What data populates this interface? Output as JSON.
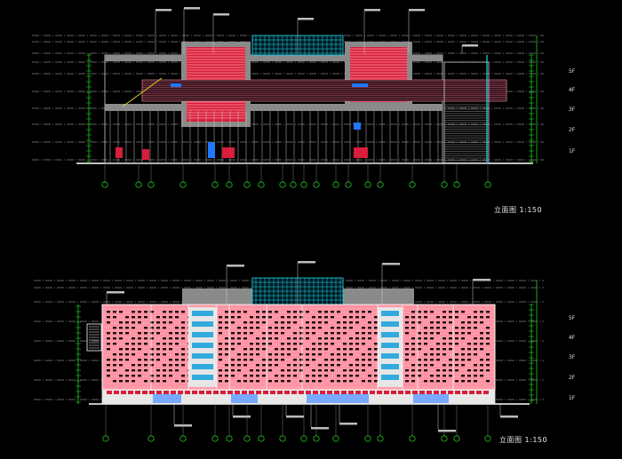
{
  "drawing": {
    "background": "#000000",
    "colors": {
      "facade_pink": "#ff9aa8",
      "facade_red": "#d81e3a",
      "line_white": "#d8d8d8",
      "grid_green": "#22cc22",
      "dim_cyan": "#22d8ee",
      "roof_gray": "#8a8a8a",
      "glass_blue": "#2277ff",
      "accent_yellow": "#e8e820"
    },
    "elevation_top": {
      "scale_label": "立面图 1:150",
      "floor_labels": [
        "5F",
        "4F",
        "3F",
        "2F",
        "1F"
      ]
    },
    "elevation_bottom": {
      "scale_label": "立面图 1:150",
      "floor_labels": [
        "5F",
        "4F",
        "3F",
        "2F",
        "1F"
      ]
    }
  }
}
